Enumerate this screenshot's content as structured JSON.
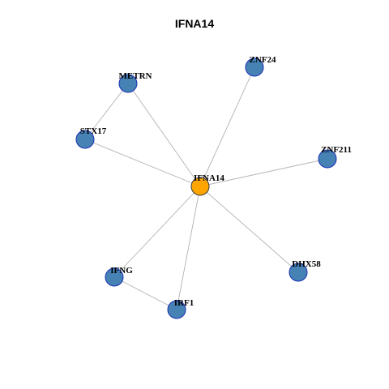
{
  "title": "IFNA14",
  "colors": {
    "center_fill": "#FFA500",
    "node_fill": "#4682B4",
    "node_stroke": "#1A2FB5",
    "center_stroke": "#3A3A3A",
    "edge": "#B3B3B3"
  },
  "nodes": [
    {
      "id": "IFNA14",
      "label": "IFNA14",
      "role": "center"
    },
    {
      "id": "ZNF24",
      "label": "ZNF24",
      "role": "neighbor"
    },
    {
      "id": "METRN",
      "label": "METRN",
      "role": "neighbor"
    },
    {
      "id": "STX17",
      "label": "STX17",
      "role": "neighbor"
    },
    {
      "id": "ZNF211",
      "label": "ZNF211",
      "role": "neighbor"
    },
    {
      "id": "DHX58",
      "label": "DHX58",
      "role": "neighbor"
    },
    {
      "id": "IFNG",
      "label": "IFNG",
      "role": "neighbor"
    },
    {
      "id": "IRF1",
      "label": "IRF1",
      "role": "neighbor"
    }
  ],
  "edges": [
    [
      "IFNA14",
      "ZNF24"
    ],
    [
      "IFNA14",
      "METRN"
    ],
    [
      "IFNA14",
      "STX17"
    ],
    [
      "IFNA14",
      "ZNF211"
    ],
    [
      "IFNA14",
      "DHX58"
    ],
    [
      "IFNA14",
      "IFNG"
    ],
    [
      "IFNA14",
      "IRF1"
    ],
    [
      "METRN",
      "STX17"
    ],
    [
      "IFNG",
      "IRF1"
    ]
  ]
}
